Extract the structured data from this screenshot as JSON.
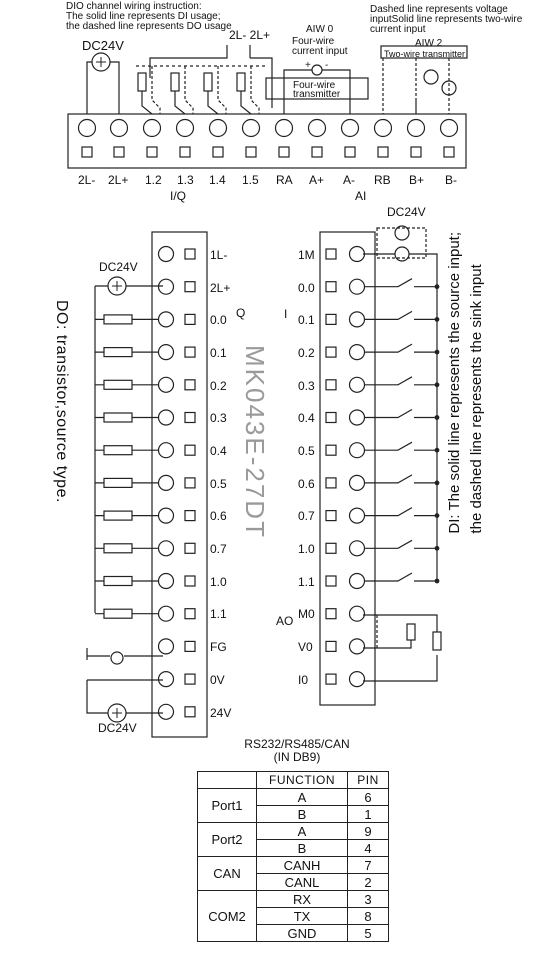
{
  "top_notes": {
    "dio_line1": "DIO channel wiring instruction:",
    "dio_line2": "The solid line represents DI usage;",
    "dio_line3": "the dashed line represents DO usage",
    "volt_line1": "Dashed line represents voltage",
    "volt_line2": "inputSolid line represents two-wire",
    "volt_line3": "current input",
    "dc24v_a": "DC24V",
    "com_label": "2L- 2L+",
    "aiw0": "AIW 0",
    "four_wire_input_1": "Four-wire",
    "four_wire_input_2": "current input",
    "four_wire_tx_1": "Four-wire",
    "four_wire_tx_2": "transmitter",
    "aiw2": "AIW 2",
    "two_wire_tx": "Two-wire transmitter"
  },
  "top_terminals": [
    "2L-",
    "2L+",
    "1.2",
    "1.3",
    "1.4",
    "1.5",
    "RA",
    "A+",
    "A-",
    "RB",
    "B+",
    "B-"
  ],
  "top_groups": {
    "iq": "I/Q",
    "ai": "AI"
  },
  "left_block": {
    "dc24v_top": "DC24V",
    "dc24v_bottom": "DC24V",
    "q_label": "Q",
    "labels": [
      "1L-",
      "2L+",
      "0.0",
      "0.1",
      "0.2",
      "0.3",
      "0.4",
      "0.5",
      "0.6",
      "0.7",
      "1.0",
      "1.1",
      "FG",
      "0V",
      "24V"
    ],
    "side_note": "DO: transistor,source type."
  },
  "model_name": "MK043E-27DT",
  "right_block": {
    "dc24v": "DC24V",
    "i_label": "I",
    "ao_label": "AO",
    "labels": [
      "1M",
      "0.0",
      "0.1",
      "0.2",
      "0.3",
      "0.4",
      "0.5",
      "0.6",
      "0.7",
      "1.0",
      "1.1",
      "M0",
      "V0",
      "I0"
    ],
    "side_note_1": "DI: The solid line represents the source input;",
    "side_note_2": "the dashed line represents the sink input"
  },
  "db9": {
    "title_1": "RS232/RS485/CAN",
    "title_2": "(IN DB9)",
    "headers": [
      "FUNCTION",
      "PIN"
    ],
    "groups": [
      {
        "name": "Port1",
        "rows": [
          [
            "A",
            "6"
          ],
          [
            "B",
            "1"
          ]
        ]
      },
      {
        "name": "Port2",
        "rows": [
          [
            "A",
            "9"
          ],
          [
            "B",
            "4"
          ]
        ]
      },
      {
        "name": "CAN",
        "rows": [
          [
            "CANH",
            "7"
          ],
          [
            "CANL",
            "2"
          ]
        ]
      },
      {
        "name": "COM2",
        "rows": [
          [
            "RX",
            "3"
          ],
          [
            "TX",
            "8"
          ],
          [
            "GND",
            "5"
          ]
        ]
      }
    ]
  }
}
